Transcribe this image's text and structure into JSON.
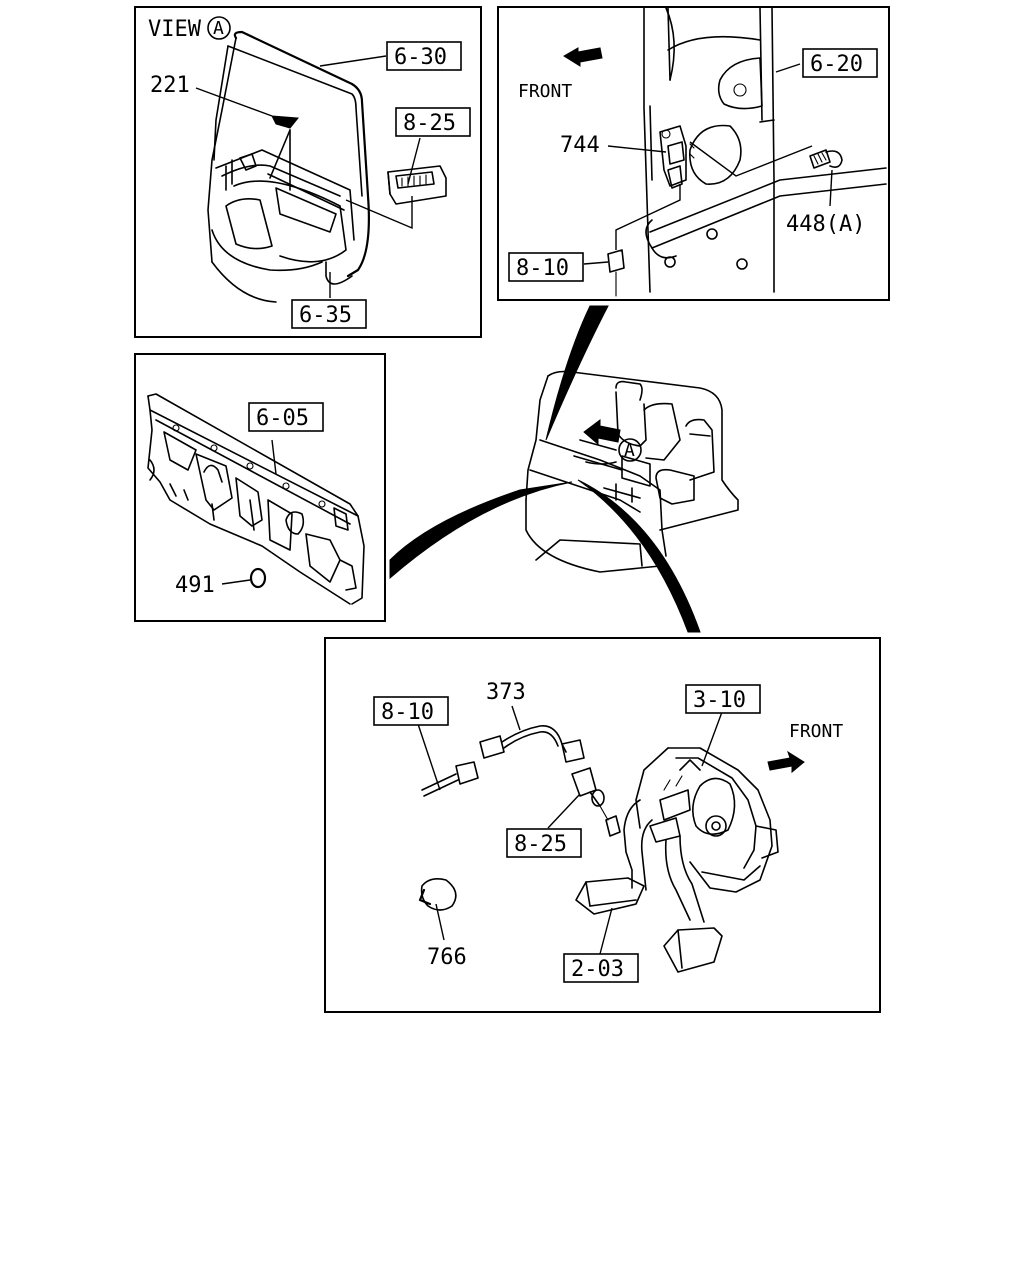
{
  "view_label": "VIEW",
  "view_letter": "A",
  "direction_label_top": "FRONT",
  "direction_label_bottom": "FRONT",
  "callouts": {
    "c221": "221",
    "c744": "744",
    "c448": "448(A)",
    "c491": "491",
    "c373": "373",
    "c766": "766"
  },
  "refs": {
    "r630": "6-30",
    "r825a": "8-25",
    "r635": "6-35",
    "r620": "6-20",
    "r810a": "8-10",
    "r605": "6-05",
    "r810b": "8-10",
    "r310": "3-10",
    "r825b": "8-25",
    "r203": "2-03"
  },
  "cab_marker": "A"
}
